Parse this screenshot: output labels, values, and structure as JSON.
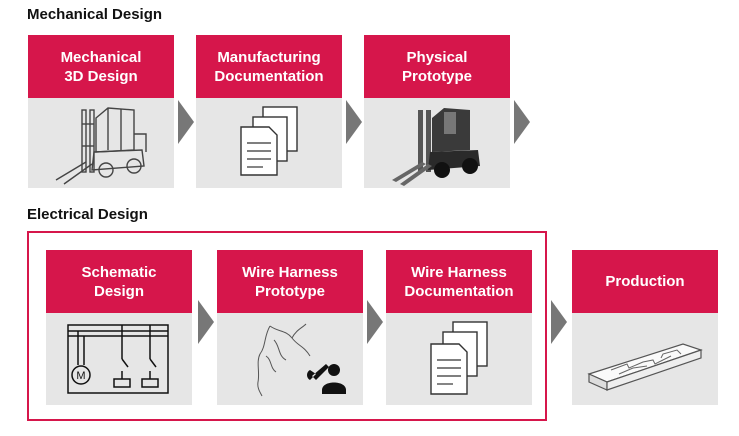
{
  "colors": {
    "accent": "#d6164b",
    "card_bg": "#e6e6e6",
    "arrow": "#777777"
  },
  "mechanical": {
    "title": "Mechanical Design",
    "steps": [
      {
        "label": "Mechanical\n3D Design",
        "icon": "forklift-outline-icon"
      },
      {
        "label": "Manufacturing\nDocumentation",
        "icon": "documents-icon"
      },
      {
        "label": "Physical\nPrototype",
        "icon": "forklift-solid-icon"
      }
    ]
  },
  "electrical": {
    "title": "Electrical Design",
    "steps": [
      {
        "label": "Schematic\nDesign",
        "icon": "schematic-icon",
        "motor_label": "M"
      },
      {
        "label": "Wire Harness\nPrototype",
        "icon": "wire-harness-worker-icon"
      },
      {
        "label": "Wire Harness\nDocumentation",
        "icon": "documents-icon"
      }
    ]
  },
  "production": {
    "label": "Production",
    "icon": "harness-board-icon"
  }
}
